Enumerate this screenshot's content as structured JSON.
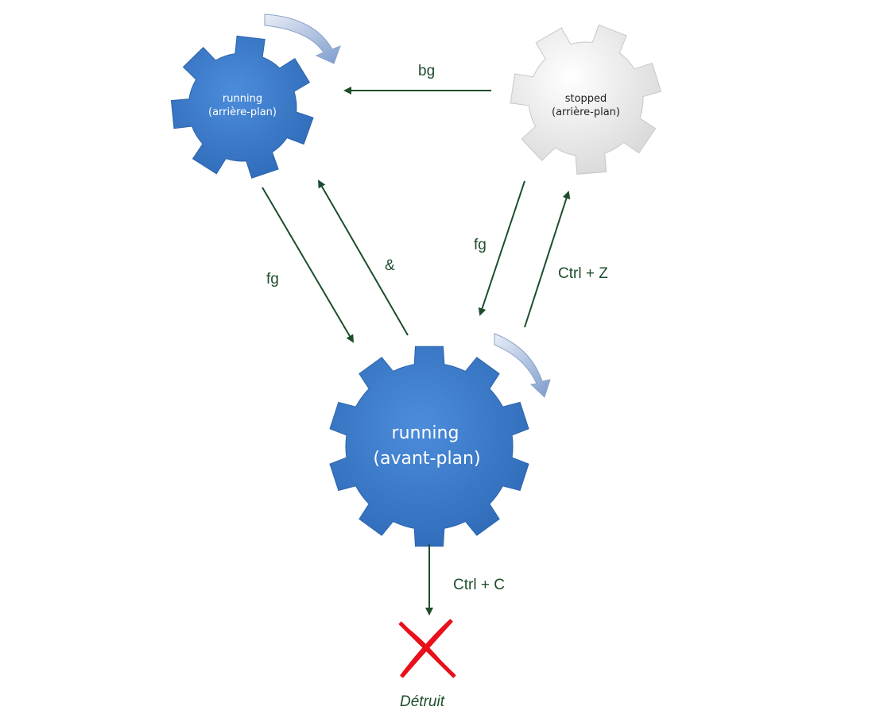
{
  "states": {
    "bg_running": {
      "line1": "running",
      "line2": "(arrière-plan)"
    },
    "bg_stopped": {
      "line1": "stopped",
      "line2": "(arrière-plan)"
    },
    "fg_running": {
      "line1": "running",
      "line2": "(avant-plan)"
    }
  },
  "transitions": {
    "stopped_to_bg": "bg",
    "bg_to_fg": "fg",
    "fg_to_bg": "&",
    "stopped_to_fg": "fg",
    "fg_to_stopped": "Ctrl + Z",
    "fg_to_destroyed": "Ctrl + C"
  },
  "end_state": "Détruit",
  "colors": {
    "gear_blue": "#3f7fcf",
    "gear_white": "#f2f2f2",
    "arrow": "#1e4d2b",
    "cross": "#e8101a"
  }
}
